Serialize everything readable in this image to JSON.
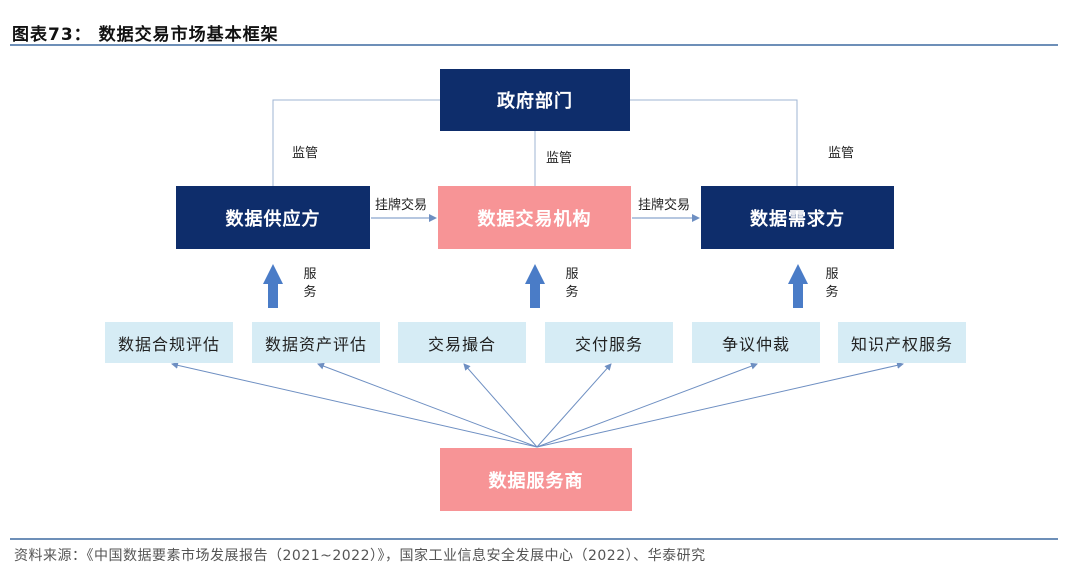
{
  "title": "图表73：  数据交易市场基本框架",
  "nodes": {
    "government": "政府部门",
    "supplier": "数据供应方",
    "exchange": "数据交易机构",
    "demander": "数据需求方",
    "service_provider": "数据服务商"
  },
  "services": [
    "数据合规评估",
    "数据资产评估",
    "交易撮合",
    "交付服务",
    "争议仲裁",
    "知识产权服务"
  ],
  "edge_labels": {
    "supervise_left": "监管",
    "supervise_mid": "监管",
    "supervise_right": "监管",
    "listing_left": "挂牌交易",
    "listing_right": "挂牌交易",
    "service_left_1": "服",
    "service_left_2": "务",
    "service_mid_1": "服",
    "service_mid_2": "务",
    "service_right_1": "服",
    "service_right_2": "务"
  },
  "colors": {
    "navy": "#0e2d6b",
    "pink": "#f79496",
    "light_blue": "#d6ecf5",
    "arrow_blue": "#4a7cc7",
    "rule": "#6d8fb8"
  },
  "footer": "资料来源：《中国数据要素市场发展报告（2021~2022）》，国家工业信息安全发展中心（2022）、华泰研究"
}
